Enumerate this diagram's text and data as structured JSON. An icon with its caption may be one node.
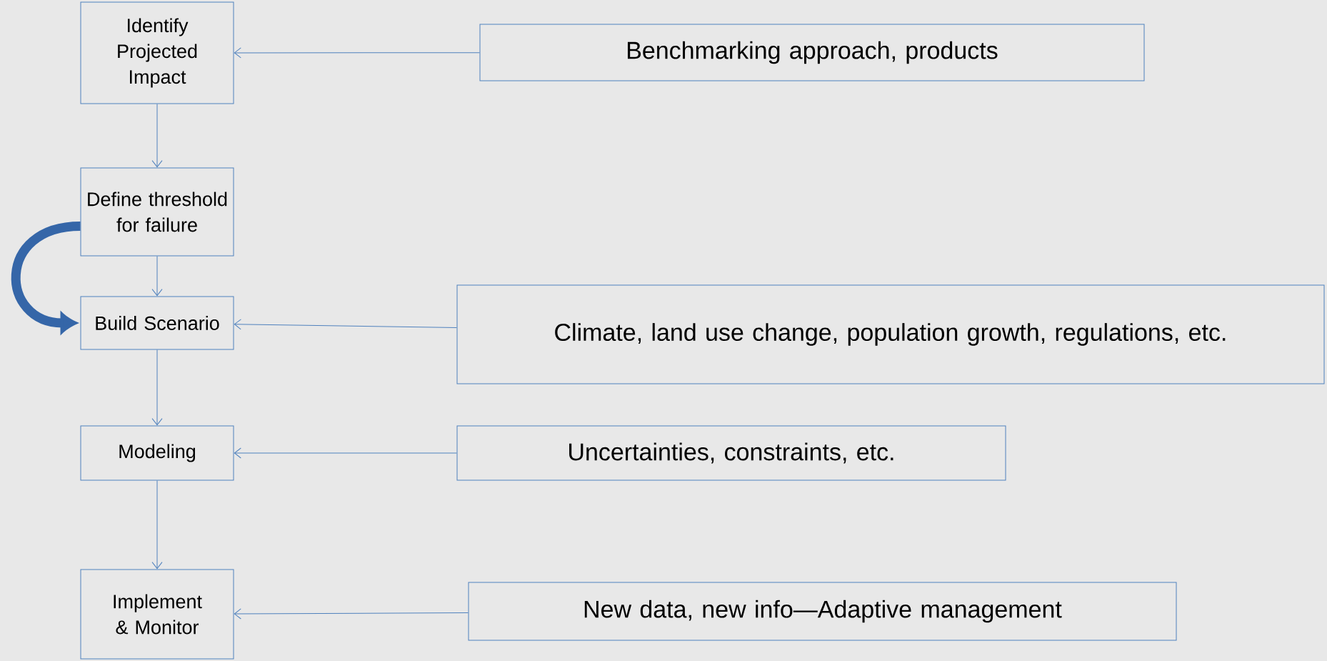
{
  "diagram": {
    "nodes": [
      {
        "text": [
          "Identify Projected Impact"
        ]
      },
      {
        "text": [
          "Benchmarking approach, products"
        ]
      },
      {
        "text": [
          "Define threshold for failure"
        ]
      },
      {
        "text": [
          "Build Scenario"
        ]
      },
      {
        "text": [
          "Climate, land use change, population growth, regulations, etc."
        ]
      },
      {
        "text": [
          "Modeling"
        ]
      },
      {
        "text": [
          "Uncertainties, constraints, etc."
        ]
      },
      {
        "text": [
          "Implement & Monitor"
        ]
      },
      {
        "text": [
          "New data, new info—Adaptive management"
        ]
      }
    ],
    "edges": [
      {
        "from": 1,
        "to": 0,
        "arrow": "to"
      },
      {
        "from": 0,
        "to": 2,
        "arrow": "to"
      },
      {
        "from": 2,
        "to": 3,
        "arrow": "to"
      },
      {
        "from": 2,
        "to": 3,
        "arrow": "to",
        "style": "thick",
        "color": "#3566a8"
      },
      {
        "from": 4,
        "to": 3,
        "arrow": "to"
      },
      {
        "from": 3,
        "to": 5,
        "arrow": "to"
      },
      {
        "from": 6,
        "to": 5,
        "arrow": "to"
      },
      {
        "from": 5,
        "to": 7,
        "arrow": "to"
      },
      {
        "from": 8,
        "to": 7,
        "arrow": "to"
      }
    ]
  }
}
